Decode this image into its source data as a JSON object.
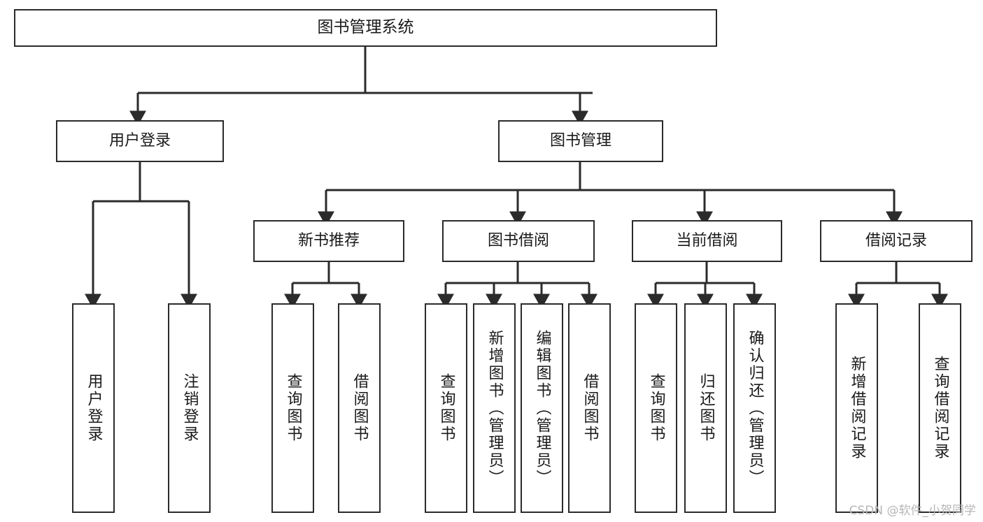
{
  "diagram": {
    "title": "图书管理系统",
    "type": "功能结构图",
    "watermark": "CSDN @软件_小贺同学",
    "colors": {
      "border": "#2b2b2b",
      "background": "#ffffff",
      "text": "#1a1a1a",
      "watermark": "#b6b6b6"
    }
  },
  "nodes": {
    "root": {
      "label": "图书管理系统"
    },
    "level2": [
      {
        "key": "user_login",
        "label": "用户登录"
      },
      {
        "key": "book_manage",
        "label": "图书管理"
      }
    ],
    "level3": [
      {
        "key": "new_book_rec",
        "label": "新书推荐"
      },
      {
        "key": "book_borrow",
        "label": "图书借阅"
      },
      {
        "key": "current_borrow",
        "label": "当前借阅"
      },
      {
        "key": "borrow_record",
        "label": "借阅记录"
      }
    ],
    "leaves": [
      {
        "key": "leaf_user_login",
        "label": "用户登录"
      },
      {
        "key": "leaf_user_logout",
        "label": "注销登录"
      },
      {
        "key": "leaf_query_book_rec",
        "label": "查询图书"
      },
      {
        "key": "leaf_borrow_book_rec",
        "label": "借阅图书"
      },
      {
        "key": "leaf_query_book_b",
        "label": "查询图书"
      },
      {
        "key": "leaf_add_book",
        "label": "新增图书（管理员）"
      },
      {
        "key": "leaf_edit_book",
        "label": "编辑图书（管理员）"
      },
      {
        "key": "leaf_borrow_book_b",
        "label": "借阅图书"
      },
      {
        "key": "leaf_query_book_c",
        "label": "查询图书"
      },
      {
        "key": "leaf_return_book",
        "label": "归还图书"
      },
      {
        "key": "leaf_confirm_return",
        "label": "确认归还（管理员）"
      },
      {
        "key": "leaf_add_record",
        "label": "新增借阅记录"
      },
      {
        "key": "leaf_query_record",
        "label": "查询借阅记录"
      }
    ]
  },
  "edges": [
    {
      "from": "root",
      "to": "user_login"
    },
    {
      "from": "root",
      "to": "book_manage"
    },
    {
      "from": "user_login",
      "to": "leaf_user_login"
    },
    {
      "from": "user_login",
      "to": "leaf_user_logout"
    },
    {
      "from": "book_manage",
      "to": "new_book_rec"
    },
    {
      "from": "book_manage",
      "to": "book_borrow"
    },
    {
      "from": "book_manage",
      "to": "current_borrow"
    },
    {
      "from": "book_manage",
      "to": "borrow_record"
    },
    {
      "from": "new_book_rec",
      "to": "leaf_query_book_rec"
    },
    {
      "from": "new_book_rec",
      "to": "leaf_borrow_book_rec"
    },
    {
      "from": "book_borrow",
      "to": "leaf_query_book_b"
    },
    {
      "from": "book_borrow",
      "to": "leaf_add_book"
    },
    {
      "from": "book_borrow",
      "to": "leaf_edit_book"
    },
    {
      "from": "book_borrow",
      "to": "leaf_borrow_book_b"
    },
    {
      "from": "current_borrow",
      "to": "leaf_query_book_c"
    },
    {
      "from": "current_borrow",
      "to": "leaf_return_book"
    },
    {
      "from": "current_borrow",
      "to": "leaf_confirm_return"
    },
    {
      "from": "borrow_record",
      "to": "leaf_add_record"
    },
    {
      "from": "borrow_record",
      "to": "leaf_query_record"
    }
  ]
}
